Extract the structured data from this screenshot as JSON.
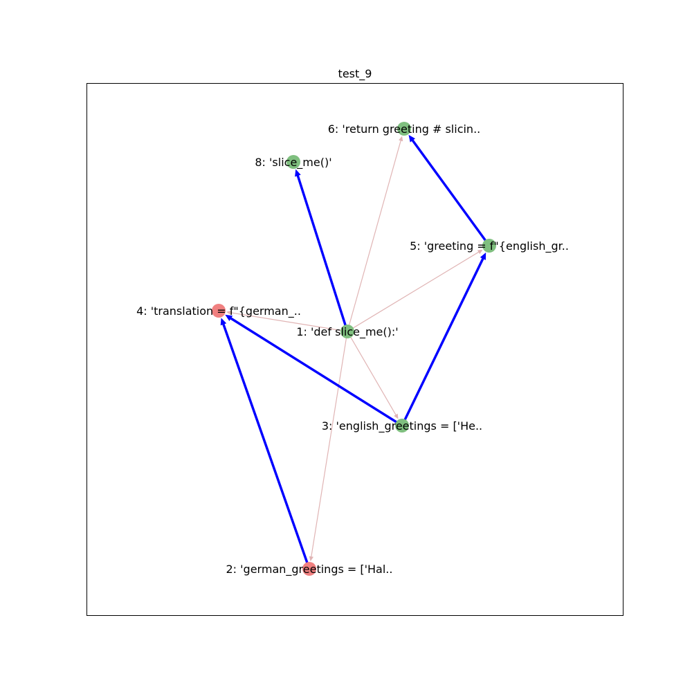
{
  "title": "test_9",
  "colors": {
    "node_green": "#7fbf7f",
    "node_red": "#f08080",
    "edge_data": "#0000ff",
    "edge_control": "#e0b4b4",
    "frame": "#000000"
  },
  "nodes": [
    {
      "id": "1",
      "label": "1: 'def slice_me():'",
      "color": "green"
    },
    {
      "id": "2",
      "label": "2: 'german_greetings = ['Hal..",
      "color": "red"
    },
    {
      "id": "3",
      "label": "3: 'english_greetings = ['He..",
      "color": "green"
    },
    {
      "id": "4",
      "label": "4: 'translation = f\"{german_..",
      "color": "red"
    },
    {
      "id": "5",
      "label": "5: 'greeting = f\"{english_gr..",
      "color": "green"
    },
    {
      "id": "6",
      "label": "6: 'return greeting # slicin..",
      "color": "green"
    },
    {
      "id": "8",
      "label": "8: 'slice_me()'",
      "color": "green"
    }
  ],
  "edges": [
    {
      "from": "1",
      "to": "6",
      "kind": "control"
    },
    {
      "from": "1",
      "to": "5",
      "kind": "control"
    },
    {
      "from": "1",
      "to": "4",
      "kind": "control"
    },
    {
      "from": "1",
      "to": "3",
      "kind": "control"
    },
    {
      "from": "1",
      "to": "2",
      "kind": "control"
    },
    {
      "from": "1",
      "to": "8",
      "kind": "data"
    },
    {
      "from": "5",
      "to": "6",
      "kind": "data"
    },
    {
      "from": "3",
      "to": "5",
      "kind": "data"
    },
    {
      "from": "3",
      "to": "4",
      "kind": "data"
    },
    {
      "from": "2",
      "to": "4",
      "kind": "data"
    }
  ]
}
